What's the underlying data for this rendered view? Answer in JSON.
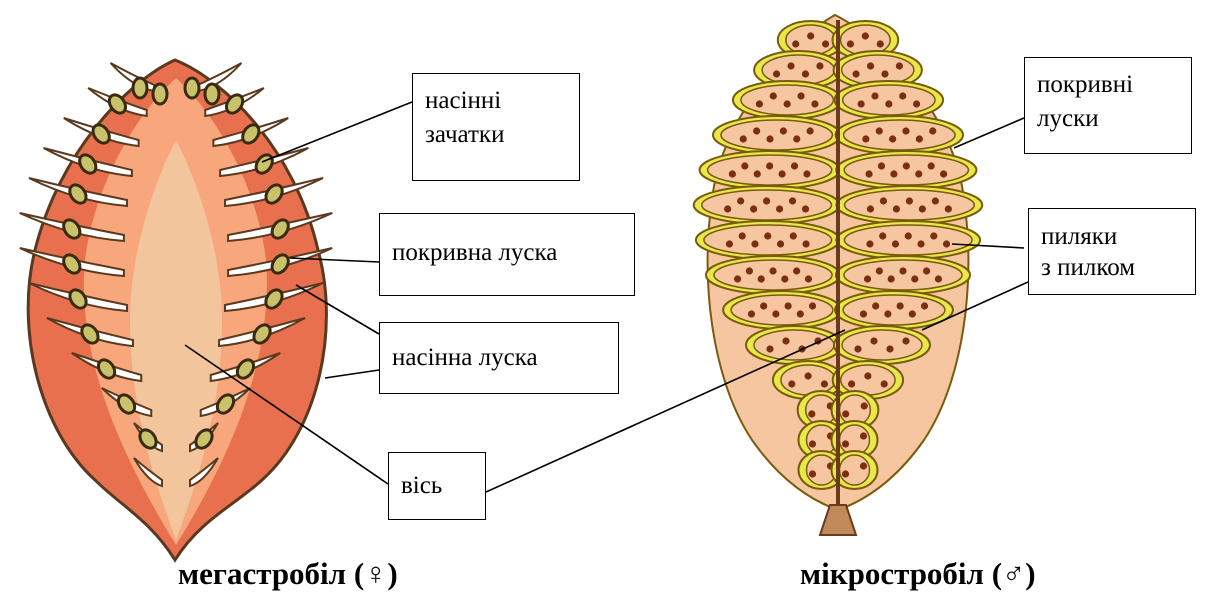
{
  "labels": {
    "seed_buds": "насінні\nзачатки",
    "bract_scale": "покривна луска",
    "seed_scale": "насінна луска",
    "axis_left": "вісь",
    "cover_scales": "покривні\nлуски",
    "anthers": "пиляки\nз пилком"
  },
  "captions": {
    "megastrobilus": "мегастробіл (♀)",
    "microstrobilus": "мікростробіл  (♂)"
  },
  "colors": {
    "mega_outer": "#e8704f",
    "mega_inner": "#f7a77b",
    "mega_axis": "#f2c9a0",
    "mega_outline": "#5a3a1e",
    "ovule_fill": "#c9c26a",
    "micro_fill": "#f6c6a0",
    "micro_yellow": "#e8e84a",
    "micro_outline": "#7a5b0c",
    "pollen": "#7a2f10"
  }
}
